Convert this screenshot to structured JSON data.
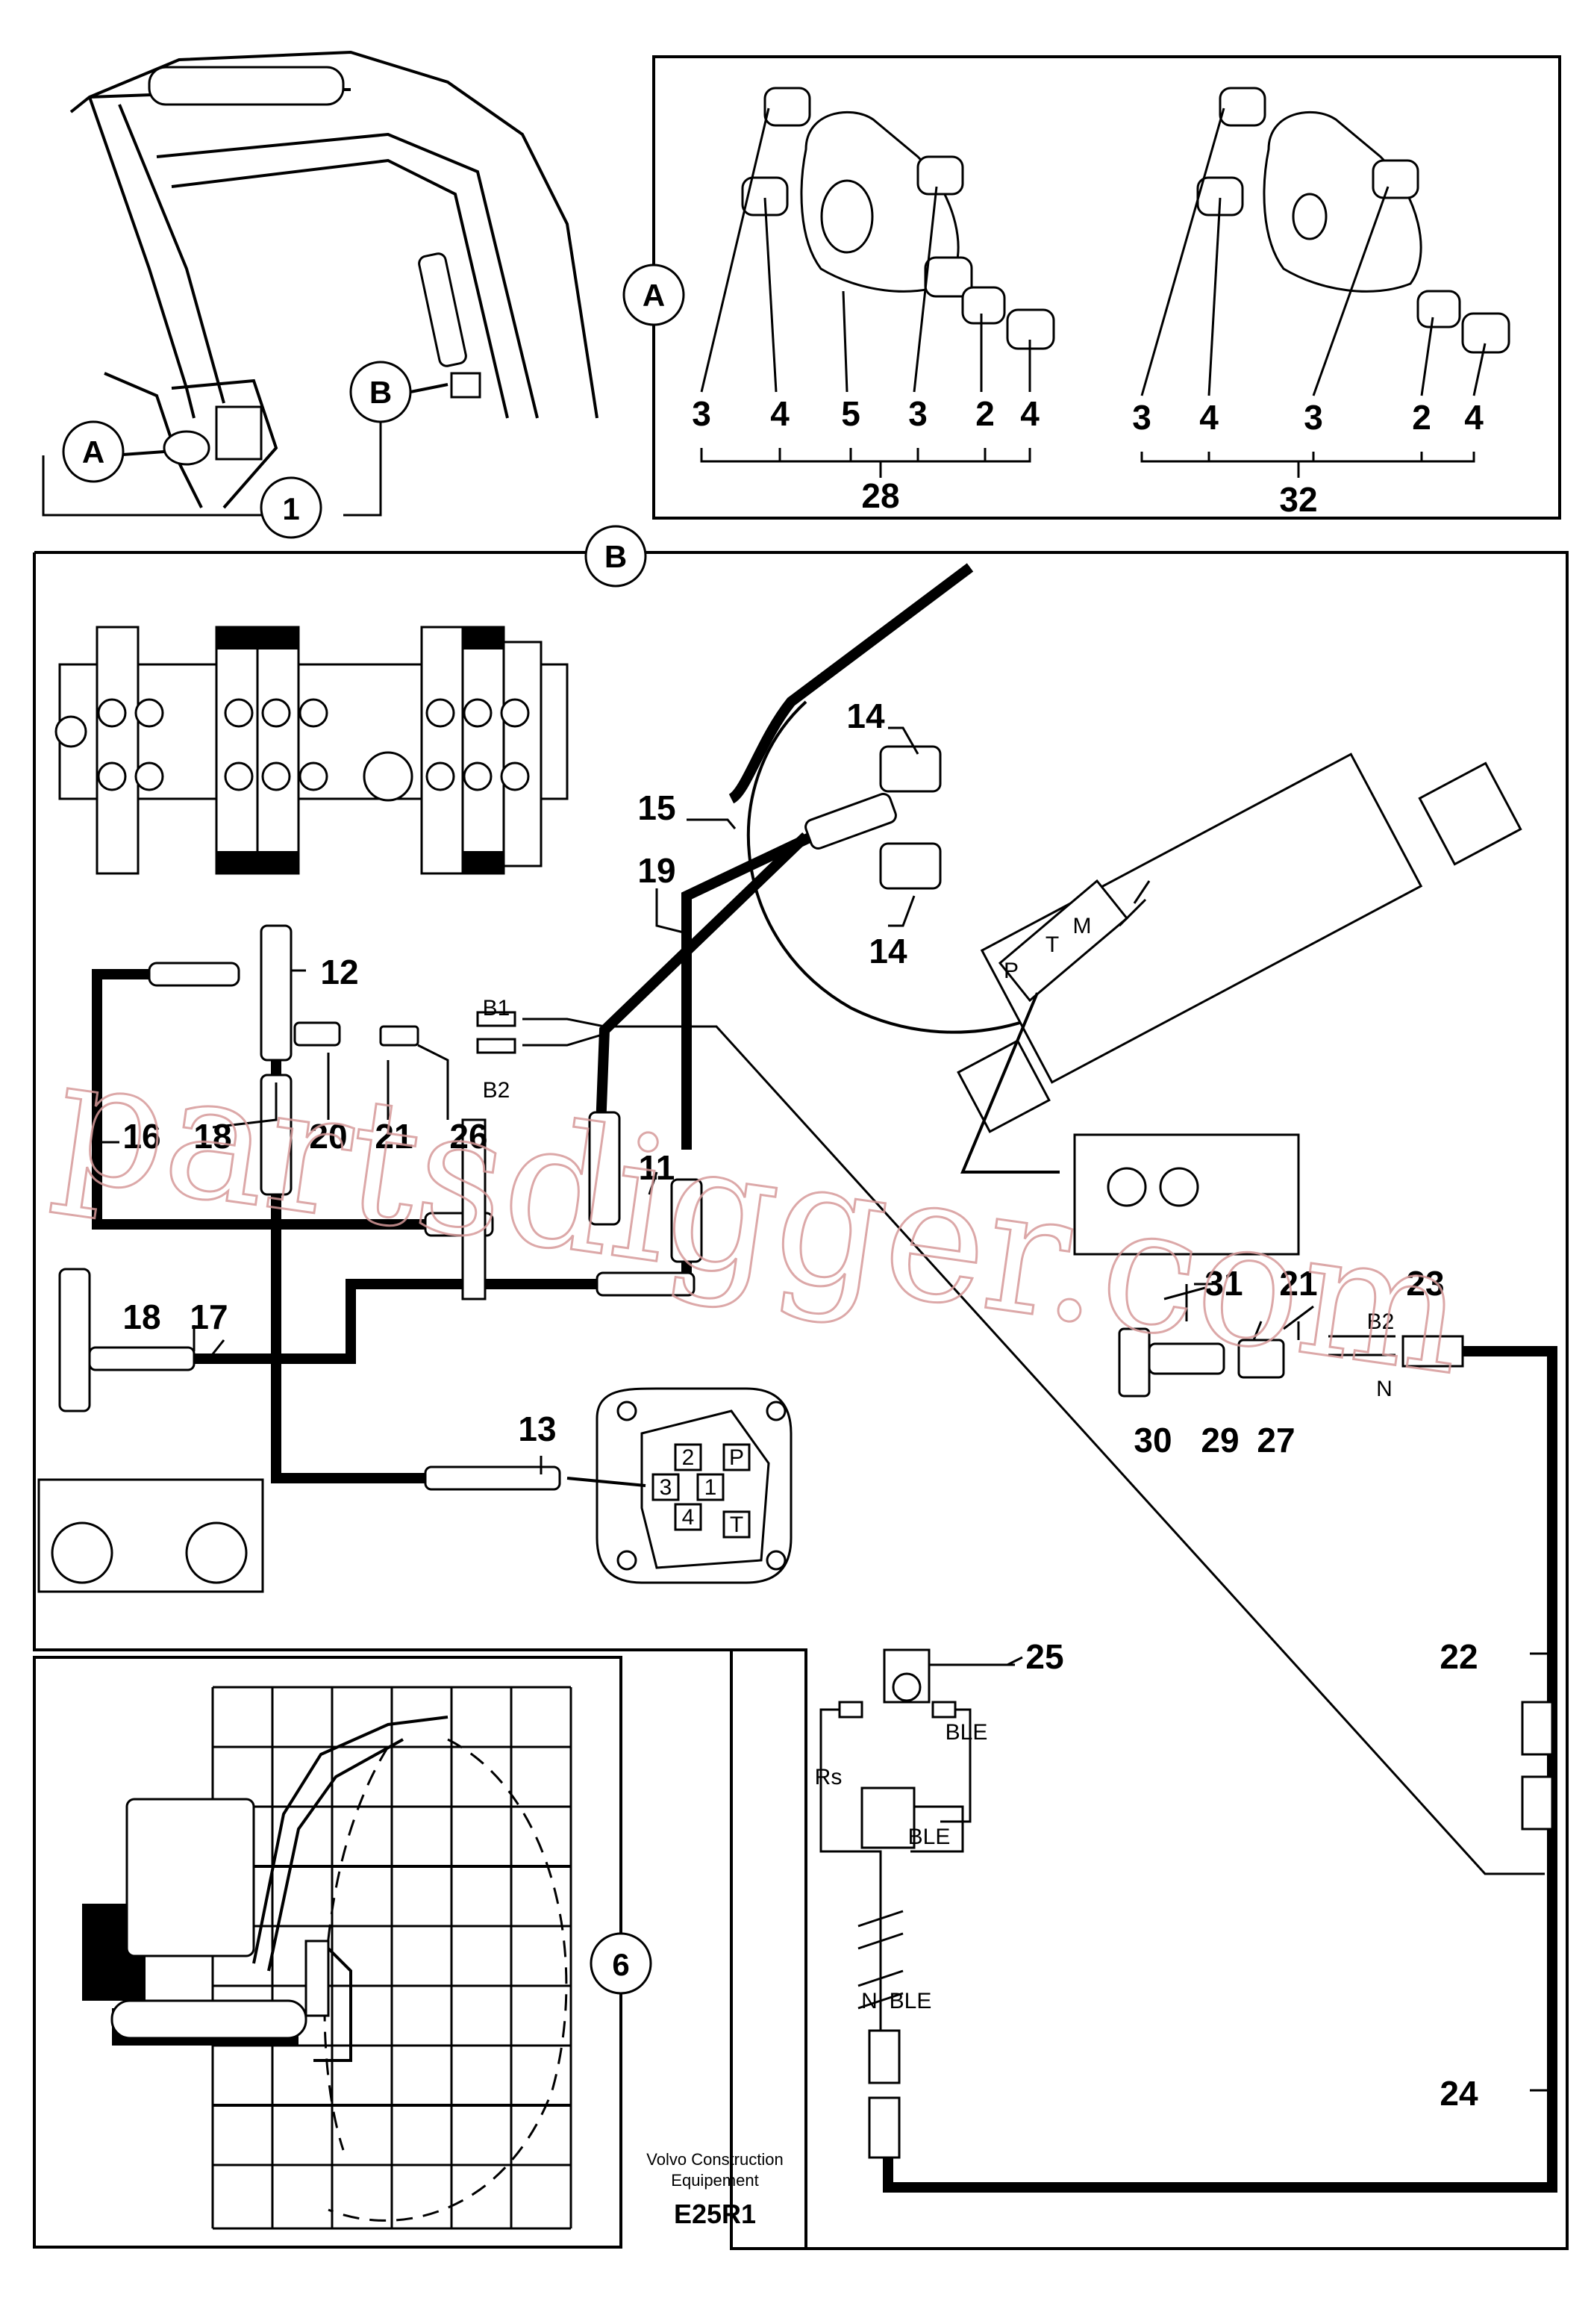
{
  "watermark": "partsdigger.com",
  "footer": {
    "brand_line1": "Volvo Construction",
    "brand_line2": "Equipement",
    "code": "E25R1"
  },
  "callouts": {
    "A": "A",
    "B": "B",
    "one": "1",
    "six": "6"
  },
  "detail_a": {
    "group_left": {
      "labels": [
        "3",
        "4",
        "5",
        "3",
        "2",
        "4"
      ],
      "total": "28"
    },
    "group_right": {
      "labels": [
        "3",
        "4",
        "3",
        "2",
        "4"
      ],
      "total": "32"
    }
  },
  "detail_b": {
    "part_numbers": {
      "p11": "11",
      "p12": "12",
      "p13": "13",
      "p14a": "14",
      "p14b": "14",
      "p15": "15",
      "p16": "16",
      "p17": "17",
      "p18a": "18",
      "p18b": "18",
      "p19": "19",
      "p20": "20",
      "p21a": "21",
      "p21b": "21",
      "p22": "22",
      "p23": "23",
      "p24": "24",
      "p25": "25",
      "p26": "26",
      "p27": "27",
      "p29": "29",
      "p30": "30",
      "p31": "31"
    },
    "wire_labels": {
      "b1": "B1",
      "b2_left": "B2",
      "b2_right": "B2",
      "n_right": "N",
      "ble_top": "BLE",
      "ble_mid": "BLE",
      "ble_bottom": "BLE",
      "n_bottom": "N",
      "rs": "Rs"
    },
    "port_labels": {
      "p": "P",
      "t": "T",
      "m": "M"
    },
    "joystick": {
      "ports": [
        "2",
        "3",
        "1",
        "4",
        "P",
        "T"
      ]
    }
  }
}
